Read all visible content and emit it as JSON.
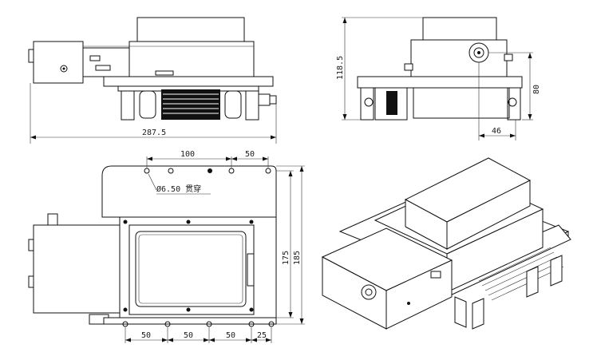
{
  "drawing": {
    "front_view": {
      "width_dim": "287.5"
    },
    "side_view": {
      "height_dim": "118.5",
      "mount_height_dim": "80",
      "offset_dim": "46"
    },
    "top_view": {
      "top_spacing": [
        "100",
        "50"
      ],
      "hole_note": "Ø6.50 贯穿",
      "height_dims": [
        "175",
        "185"
      ],
      "bottom_spacing": [
        "50",
        "50",
        "50",
        "25"
      ]
    }
  }
}
